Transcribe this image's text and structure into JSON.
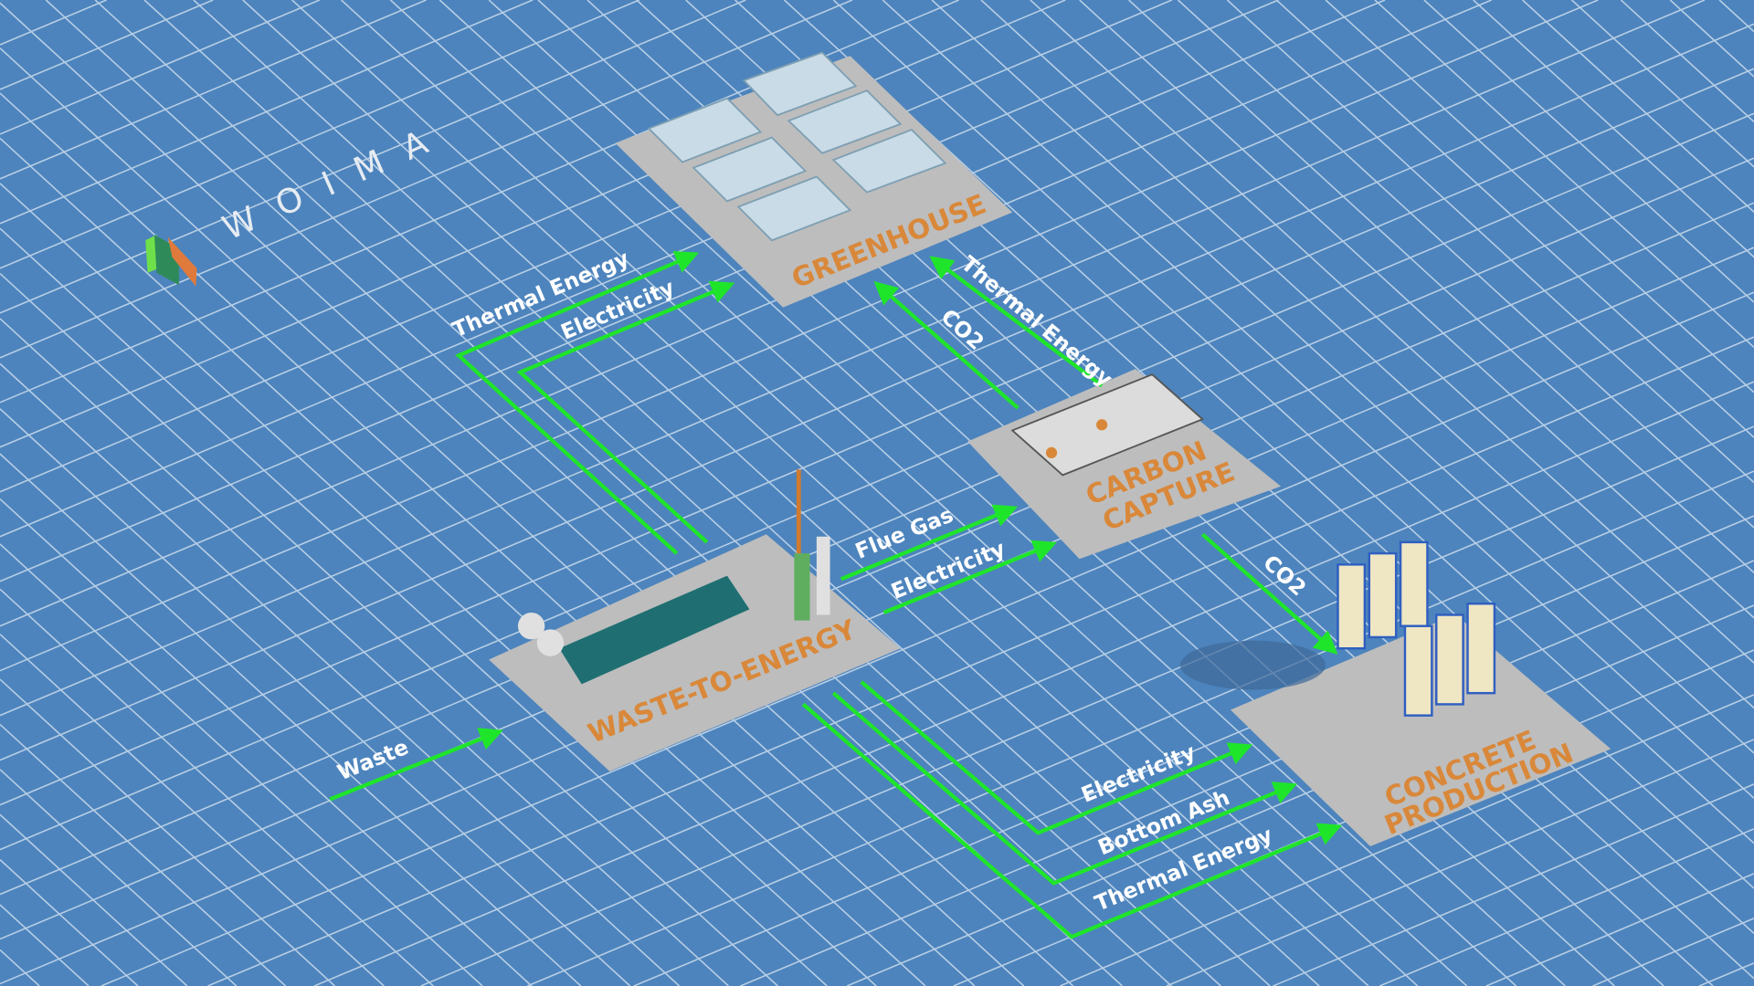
{
  "brand": {
    "name": "WOIMA"
  },
  "colors": {
    "background": "#4d84bd",
    "grid": "#dbe7f3",
    "flow": "#1fe52a",
    "pad": "#b9b9b9",
    "label": "#d9883a"
  },
  "facilities": {
    "greenhouse": "GREENHOUSE",
    "carbon_capture": [
      "CARBON",
      "CAPTURE"
    ],
    "waste_to_energy": "WASTE-TO-ENERGY",
    "concrete": [
      "CONCRETE",
      "PRODUCTION"
    ]
  },
  "flows": {
    "waste": "Waste",
    "wte_gh_thermal": "Thermal Energy",
    "wte_gh_electricity": "Electricity",
    "cc_gh_co2": "CO2",
    "cc_gh_thermal": "Thermal Energy",
    "wte_cc_flue": "Flue Gas",
    "wte_cc_electricity": "Electricity",
    "cc_con_co2": "CO2",
    "wte_con_electricity": "Electricity",
    "wte_con_ash": "Bottom Ash",
    "wte_con_thermal": "Thermal Energy"
  }
}
